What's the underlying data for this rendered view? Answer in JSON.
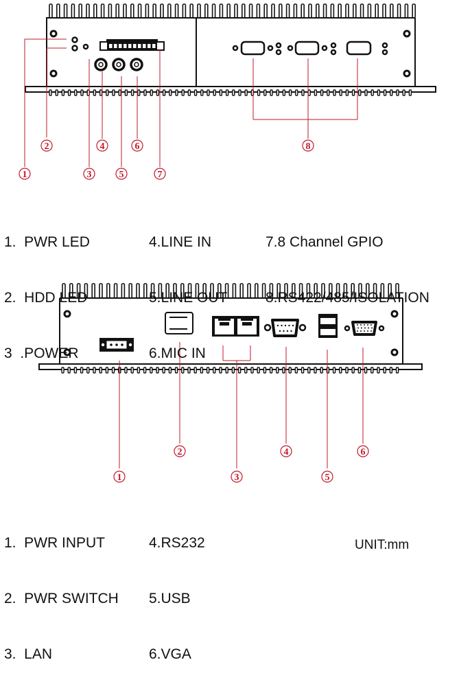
{
  "colors": {
    "line": "#111111",
    "callout": "#c0182a",
    "background": "#ffffff"
  },
  "top_panel": {
    "callouts": [
      "1",
      "2",
      "3",
      "4",
      "5",
      "6",
      "7",
      "8"
    ],
    "legend": {
      "col1": [
        "1.  PWR LED",
        "2.  HDD LED",
        "3  .POWER"
      ],
      "col2": [
        "4.LINE IN",
        "5.LINE OUT",
        "6.MIC IN"
      ],
      "col3": [
        "7.8 Channel GPIO",
        "8.RS422/485/ISOLATION"
      ]
    }
  },
  "bottom_panel": {
    "callouts": [
      "1",
      "2",
      "3",
      "4",
      "5",
      "6"
    ],
    "legend": {
      "col1": [
        "1.  PWR INPUT",
        "2.  PWR SWITCH",
        "3.  LAN"
      ],
      "col2": [
        "4.RS232",
        "5.USB",
        "6.VGA"
      ]
    },
    "unit": "UNIT:mm"
  }
}
